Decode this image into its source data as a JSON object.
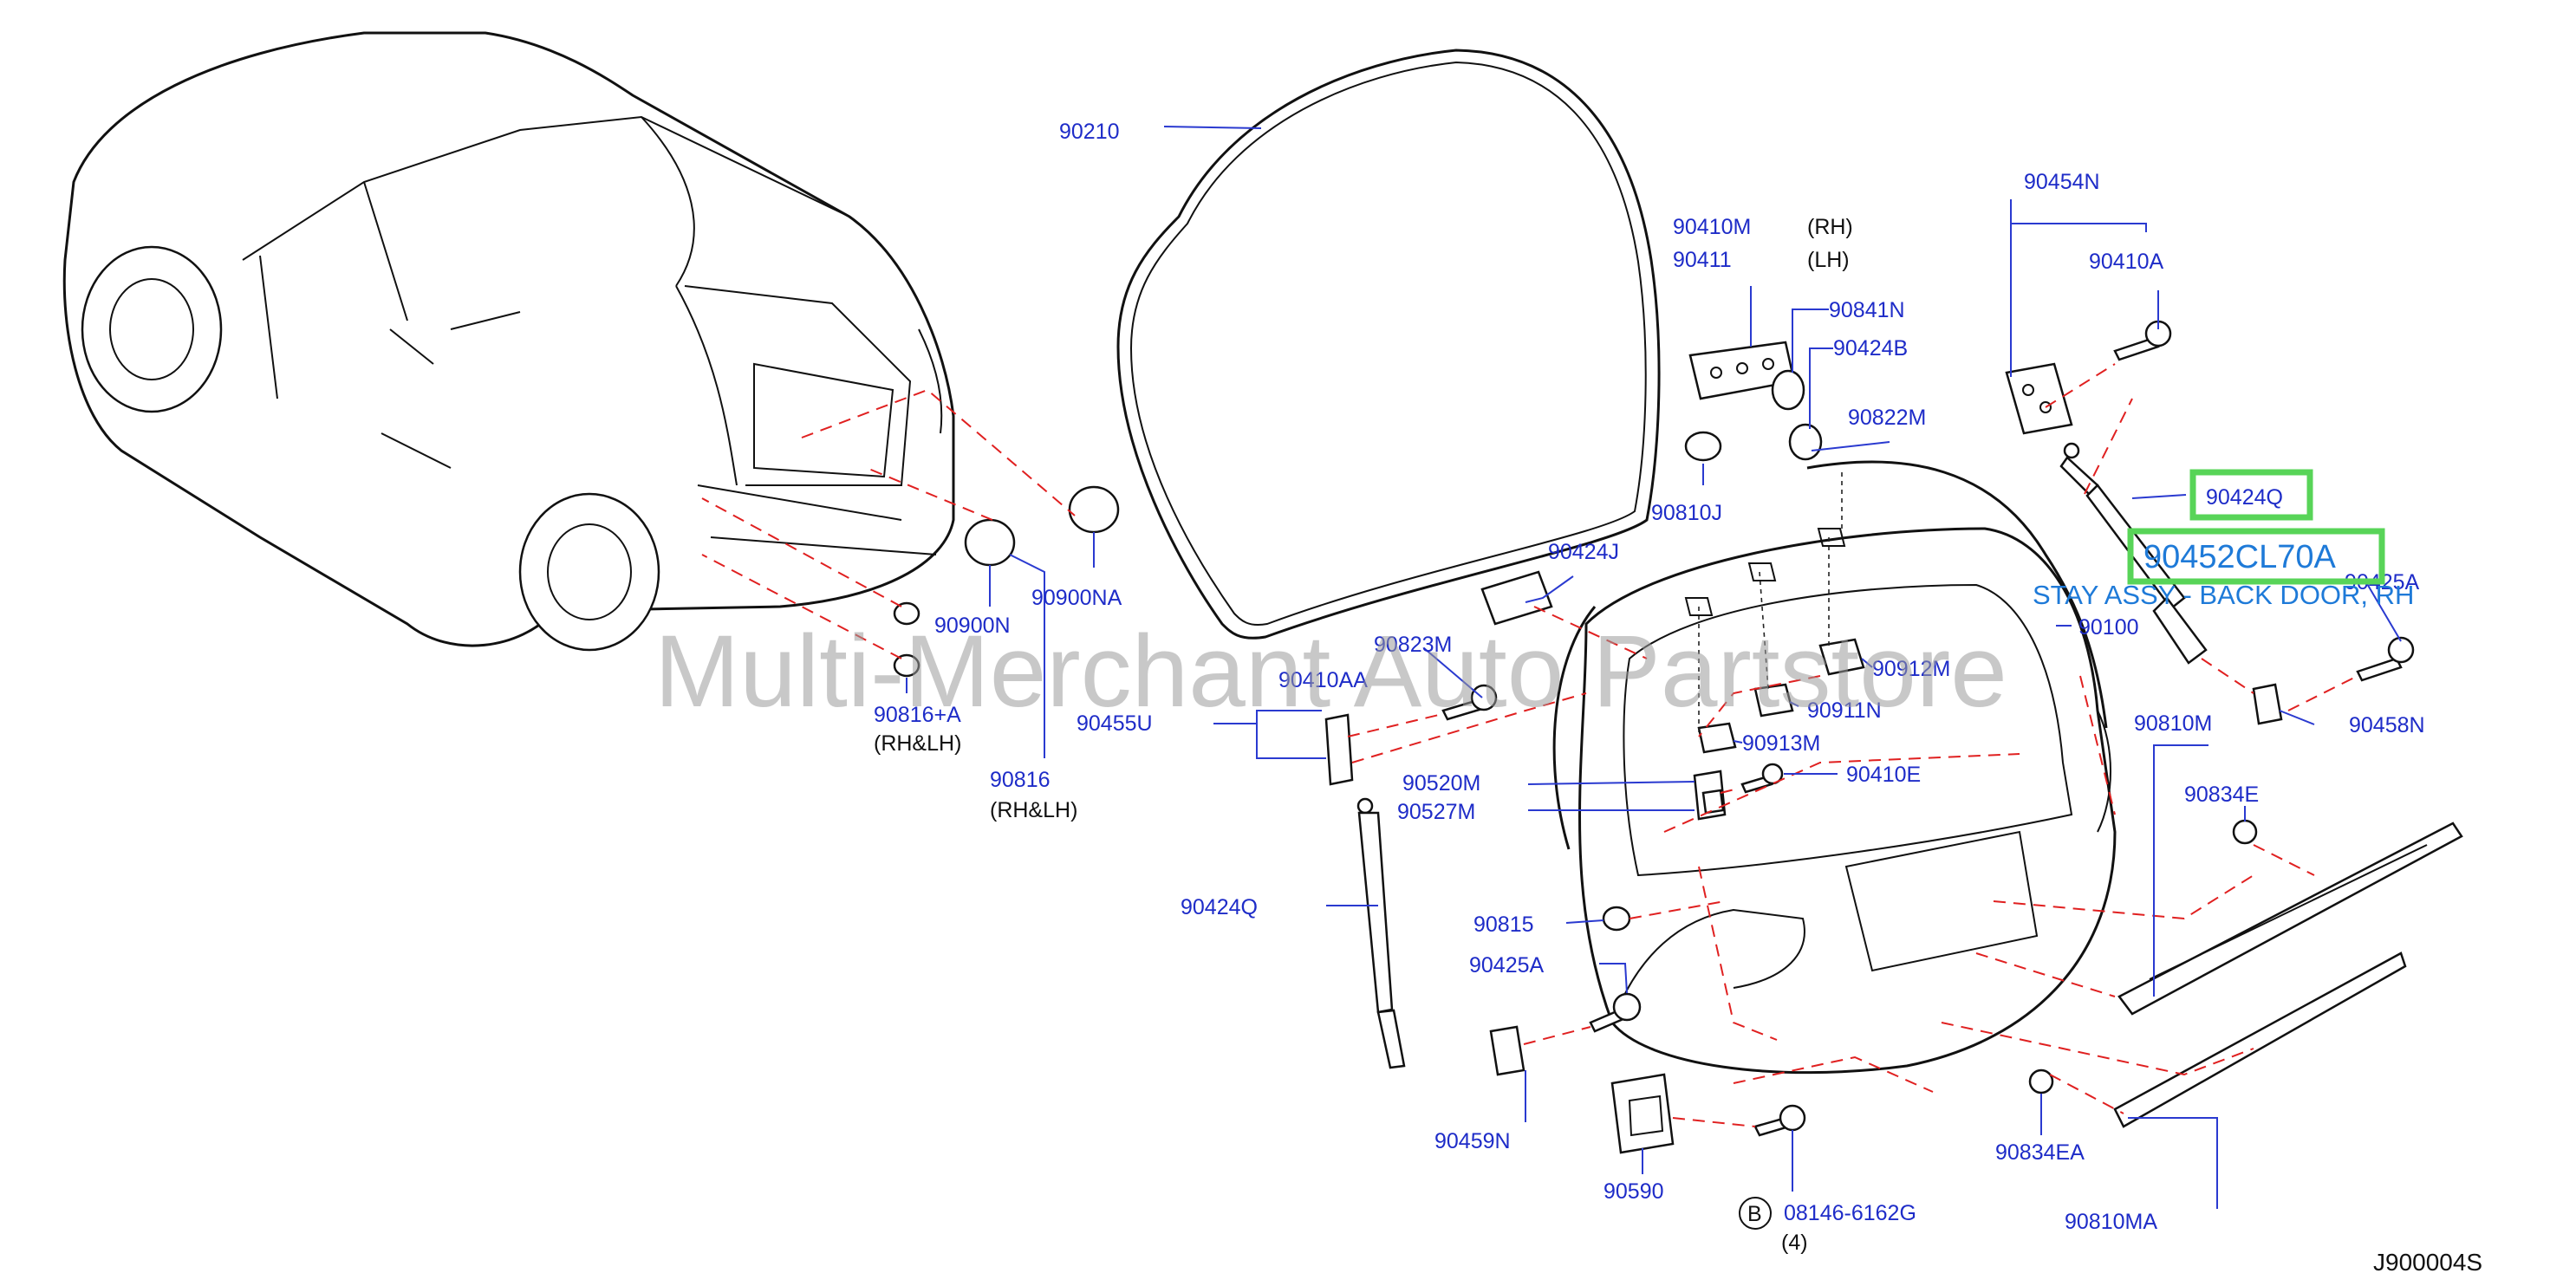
{
  "labels": {
    "p90210": "90210",
    "p90410M": "90410M",
    "rh1": "(RH)",
    "p90411": "90411",
    "lh1": "(LH)",
    "p90841N": "90841N",
    "p90424B": "90424B",
    "p90810J": "90810J",
    "p90822M": "90822M",
    "p90454N": "90454N",
    "p90410A": "90410A",
    "p90424Q_top": "90424Q",
    "p90425A_top": "90425A",
    "p90458N": "90458N",
    "p90424J": "90424J",
    "p90823M": "90823M",
    "p90410AA": "90410AA",
    "p90455U": "90455U",
    "p90912M": "90912M",
    "p90911N": "90911N",
    "p90913M": "90913M",
    "p90410E": "90410E",
    "p90100": "90100",
    "p90520M": "90520M",
    "p90527M": "90527M",
    "p90810M": "90810M",
    "p90834E": "90834E",
    "p90424Q_bot": "90424Q",
    "p90815": "90815",
    "p90425A_bot": "90425A",
    "p90459N": "90459N",
    "p90590": "90590",
    "p08146": "08146-6162G",
    "qty4": "(4)",
    "p90834EA": "90834EA",
    "p90810MA": "90810MA",
    "p90900NA": "90900NA",
    "p90900N": "90900N",
    "p90816A": "90816+A",
    "rhlh1": "(RH&LH)",
    "p90816": "90816",
    "rhlh2": "(RH&LH)",
    "bolt_ref": "B"
  },
  "highlight": {
    "code": "90452CL70A",
    "description": "STAY ASSY - BACK DOOR, RH"
  },
  "watermark": "Multi-Merchant Auto Partstore",
  "diagram_id": "J900004S",
  "colors": {
    "label": "#1e2cc8",
    "highlight_box": "#58d458",
    "highlight_text": "#1e7ad8",
    "dashed_lines": "#e02020",
    "watermark": "#9a9a9a"
  }
}
